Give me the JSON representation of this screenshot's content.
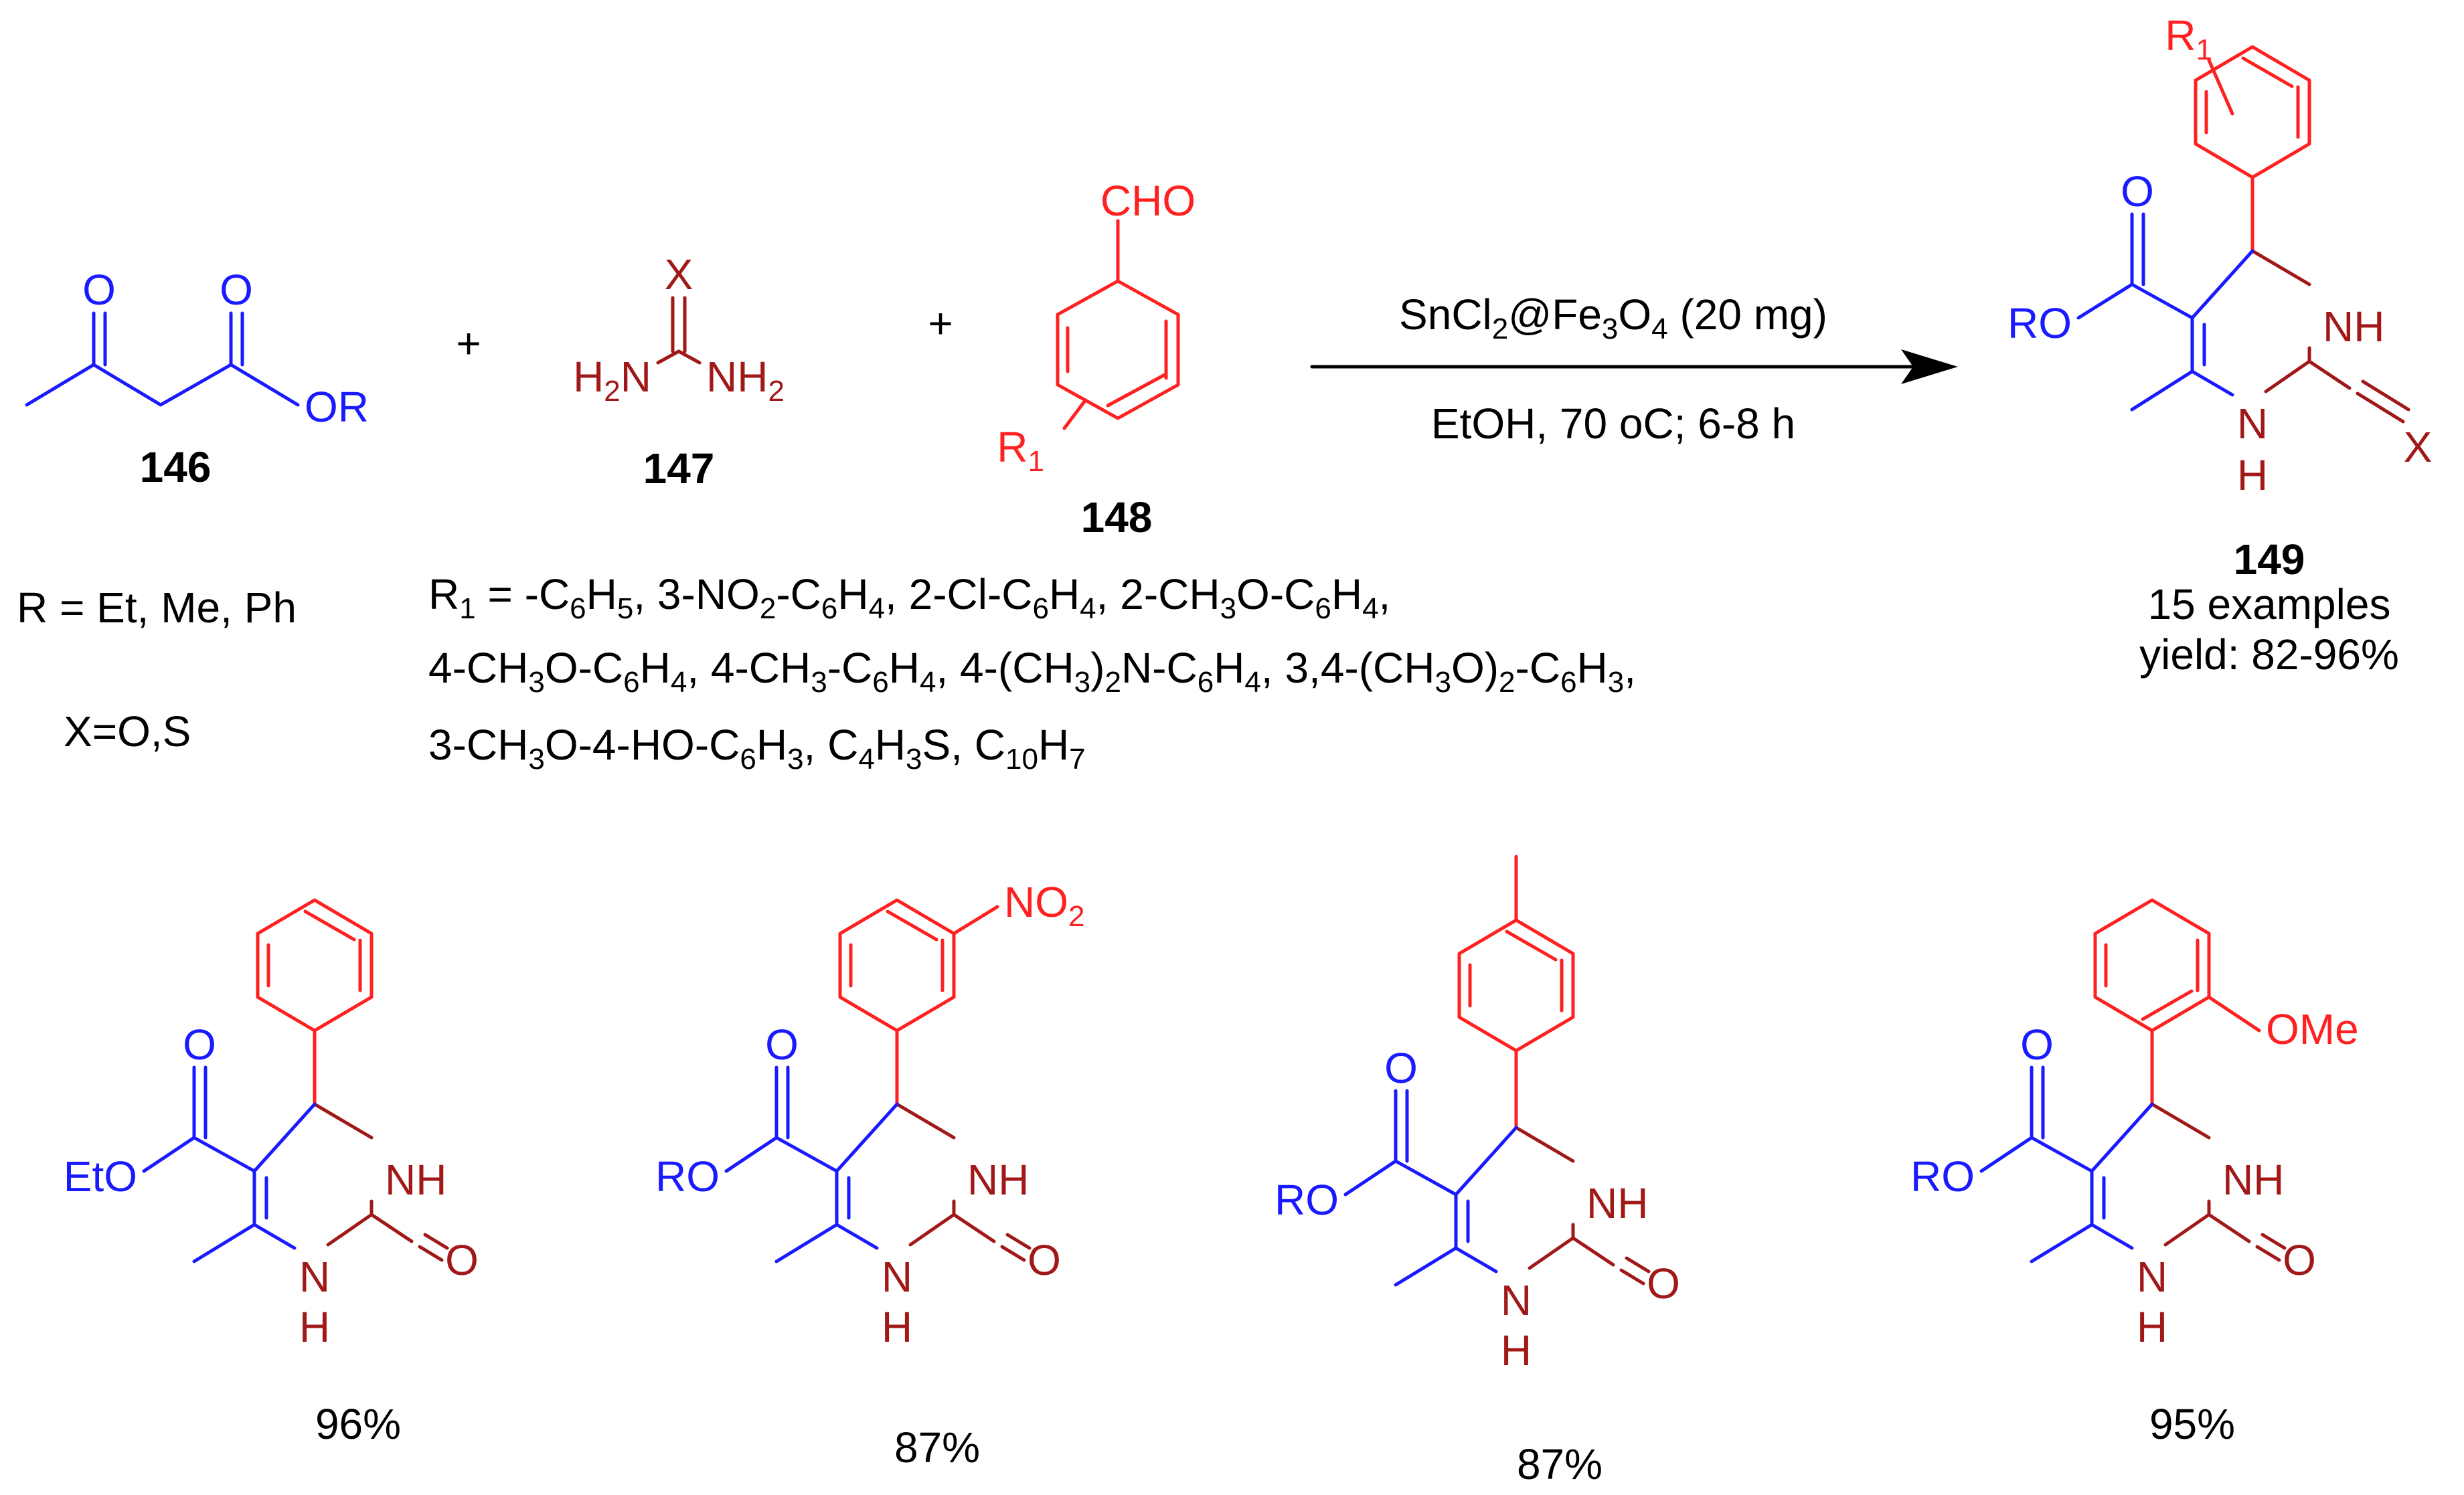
{
  "reaction": {
    "compounds": {
      "c146": "146",
      "c147": "147",
      "c148": "148",
      "c149": "149"
    },
    "plus": "+",
    "conditions": {
      "catalyst": "SnCl2@Fe3O4 (20 mg)",
      "solvent": "EtOH, 70 oC; 6-8 h"
    },
    "atoms": {
      "O": "O",
      "OR": "OR",
      "RO": "RO",
      "EtO": "EtO",
      "X": "X",
      "H2N": "H2N",
      "NH2": "NH2",
      "CHO": "CHO",
      "R1": "R1",
      "NH": "NH",
      "N": "N",
      "H": "H",
      "NO2": "NO2",
      "OMe": "OMe"
    },
    "definitions": {
      "R": "R = Et, Me, Ph",
      "X": "X=O,S",
      "R1_line1": "R1 = -C6H5, 3-NO2-C6H4, 2-Cl-C6H4, 2-CH3O-C6H4,",
      "R1_line2": "4-CH3O-C6H4, 4-CH3-C6H4, 4-(CH3)2N-C6H4, 3,4-(CH3O)2-C6H3,",
      "R1_line3": "3-CH3O-4-HO-C6H3, C4H3S, C10H7"
    },
    "product_info": {
      "examples": "15 examples",
      "yield": "yield: 82-96%"
    }
  },
  "examples": [
    {
      "yield": "96%"
    },
    {
      "yield": "87%"
    },
    {
      "yield": "87%"
    },
    {
      "yield": "95%"
    }
  ],
  "colors": {
    "ketoester": "#1a1aff",
    "urea": "#a01818",
    "aldehyde": "#ff2020",
    "text": "#000000"
  }
}
